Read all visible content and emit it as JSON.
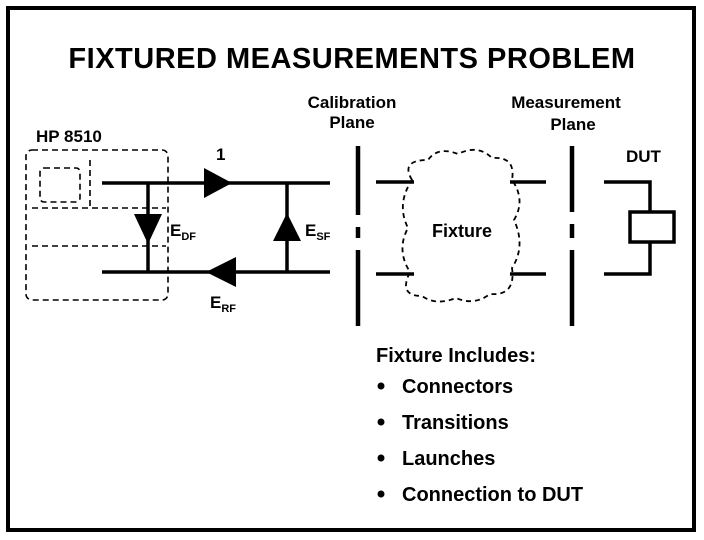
{
  "title": "FIXTURED MEASUREMENTS PROBLEM",
  "diagram": {
    "analyzer_label": "HP 8510",
    "path_one_label": "1",
    "directivity": {
      "symbol": "E",
      "subscript": "DF"
    },
    "source_match": {
      "symbol": "E",
      "subscript": "SF"
    },
    "reflection_tracking": {
      "symbol": "E",
      "subscript": "RF"
    },
    "calibration_plane_line1": "Calibration",
    "calibration_plane_line2": "Plane",
    "measurement_plane_line1": "Measurement",
    "measurement_plane_line2": "Plane",
    "fixture_label": "Fixture",
    "dut_label": "DUT"
  },
  "includes": {
    "heading": "Fixture Includes:",
    "items": [
      "Connectors",
      "Transitions",
      "Launches",
      "Connection to DUT"
    ]
  }
}
